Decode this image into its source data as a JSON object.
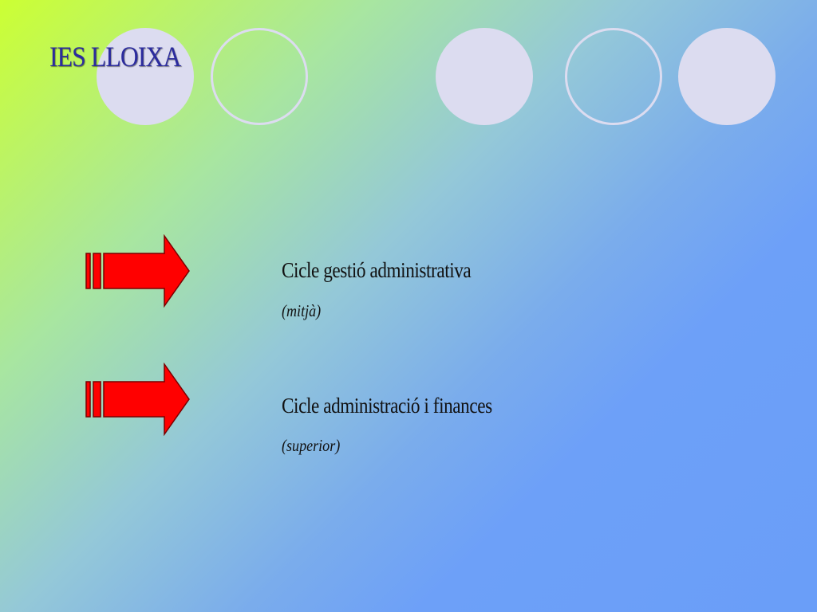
{
  "slide": {
    "title": "IES LLOIXA",
    "items": [
      {
        "title": "Cicle gestió administrativa",
        "subtitle": "(mitjà)"
      },
      {
        "title": "Cicle administració i finances",
        "subtitle": "(superior)"
      }
    ]
  },
  "colors": {
    "title": "#2b2b9e",
    "arrow_fill": "#ff0000",
    "arrow_stroke": "#7a0000",
    "circle": "#dcdcf0",
    "gradient_start": "#ccff33",
    "gradient_end": "#6a9ef8"
  },
  "icons": {
    "bullet": "striped-right-arrow-icon",
    "decoration": "circle-shape"
  }
}
